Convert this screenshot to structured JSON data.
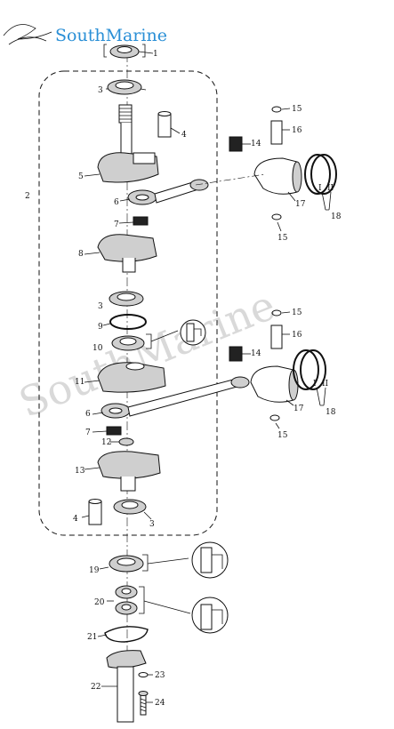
{
  "branding": {
    "logo_text": "SouthMarine",
    "watermark_text": "SouthMarine",
    "logo_color": "#2a8fd6",
    "watermark_color": "#d9d9d9"
  },
  "callouts": [
    {
      "id": "c1",
      "text": "1"
    },
    {
      "id": "c2",
      "text": "2"
    },
    {
      "id": "c3a",
      "text": "3"
    },
    {
      "id": "c4a",
      "text": "4"
    },
    {
      "id": "c5",
      "text": "5"
    },
    {
      "id": "c6a",
      "text": "6"
    },
    {
      "id": "c7a",
      "text": "7"
    },
    {
      "id": "c8",
      "text": "8"
    },
    {
      "id": "c3b",
      "text": "3"
    },
    {
      "id": "c9",
      "text": "9"
    },
    {
      "id": "c10",
      "text": "10"
    },
    {
      "id": "c11",
      "text": "11"
    },
    {
      "id": "c6b",
      "text": "6"
    },
    {
      "id": "c7b",
      "text": "7"
    },
    {
      "id": "c12",
      "text": "12"
    },
    {
      "id": "c13",
      "text": "13"
    },
    {
      "id": "c4b",
      "text": "4"
    },
    {
      "id": "c3c",
      "text": "3"
    },
    {
      "id": "c14a",
      "text": "14"
    },
    {
      "id": "c15a",
      "text": "15"
    },
    {
      "id": "c16a",
      "text": "16"
    },
    {
      "id": "c17a",
      "text": "17"
    },
    {
      "id": "c18a",
      "text": "18"
    },
    {
      "id": "c15b",
      "text": "15"
    },
    {
      "id": "c15c",
      "text": "15"
    },
    {
      "id": "c16b",
      "text": "16"
    },
    {
      "id": "c14b",
      "text": "14"
    },
    {
      "id": "c17b",
      "text": "17"
    },
    {
      "id": "c18b",
      "text": "18"
    },
    {
      "id": "c15d",
      "text": "15"
    },
    {
      "id": "c19",
      "text": "19"
    },
    {
      "id": "c20",
      "text": "20"
    },
    {
      "id": "c21",
      "text": "21"
    },
    {
      "id": "c22",
      "text": "22"
    },
    {
      "id": "c23",
      "text": "23"
    },
    {
      "id": "c24",
      "text": "24"
    }
  ],
  "ring_marks": [
    {
      "id": "r1a",
      "text": "I"
    },
    {
      "id": "r2a",
      "text": "II"
    },
    {
      "id": "r1b",
      "text": "I"
    },
    {
      "id": "r2b",
      "text": "II"
    }
  ]
}
